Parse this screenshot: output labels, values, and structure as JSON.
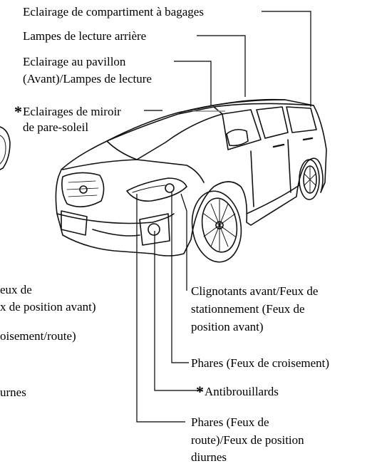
{
  "left_cutoff": {
    "lines": [
      "eux de",
      "x de position avant)",
      "oisement/route)",
      "urnes"
    ]
  },
  "callouts": {
    "trunk": {
      "lines": [
        "Eclairage de compartiment à bagages"
      ]
    },
    "rear_reading": {
      "lines": [
        "Lampes de lecture arrière"
      ]
    },
    "overhead": {
      "lines": [
        "Eclairage au pavillon",
        "(Avant)/Lampes de lecture"
      ]
    },
    "vanity": {
      "marker": "*",
      "lines": [
        "Eclairages de miroir",
        "de pare-soleil"
      ]
    },
    "turn_signals": {
      "lines": [
        "Clignotants avant/Feux de",
        "stationnement (Feux de",
        "position avant)"
      ]
    },
    "low_beam": {
      "lines": [
        "Phares (Feux de croisement)"
      ]
    },
    "fog": {
      "marker": "*",
      "lines": [
        "Antibrouillards"
      ]
    },
    "high_beam": {
      "lines": [
        "Phares (Feux de",
        "route)/Feux de position",
        "diurnes"
      ]
    }
  }
}
